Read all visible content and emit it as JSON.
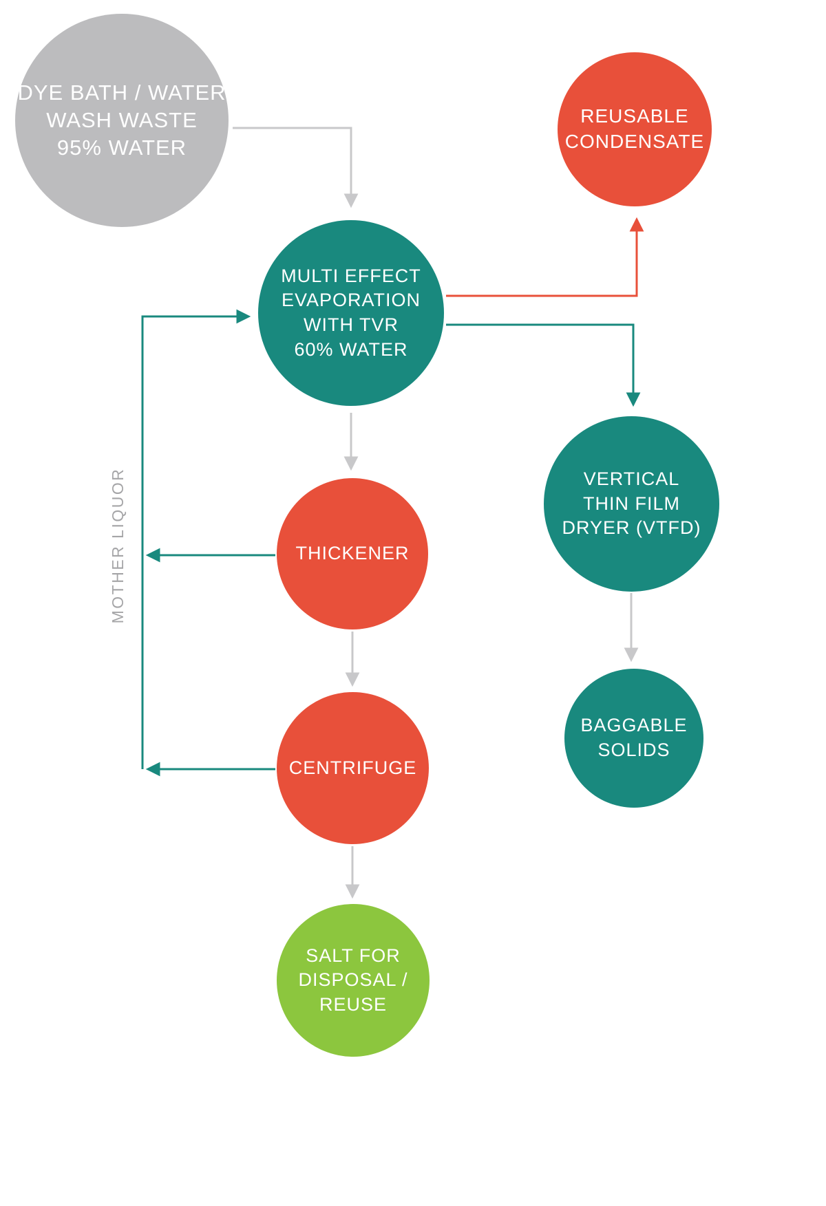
{
  "diagram": {
    "type": "flowchart",
    "background": "#ffffff"
  },
  "colors": {
    "gray_node": "#bcbcbe",
    "teal_node": "#19897e",
    "red_node": "#e8503a",
    "green_node": "#8cc63e",
    "gray_arrow": "#c8c8ca",
    "teal_arrow": "#19897e",
    "red_arrow": "#e8503a",
    "side_label_gray": "#a5a5a7",
    "node_text": "#ffffff"
  },
  "nodes": {
    "dye_bath": {
      "label": "DYE BATH / WATER\nWASH WASTE\n95% WATER",
      "color": "#bcbcbe"
    },
    "reusable_condensate": {
      "label": "REUSABLE\nCONDENSATE",
      "color": "#e8503a"
    },
    "evaporation": {
      "label": "MULTI EFFECT\nEVAPORATION\nWITH TVR\n60% WATER",
      "color": "#19897e"
    },
    "thickener": {
      "label": "THICKENER",
      "color": "#e8503a"
    },
    "vtfd": {
      "label": "VERTICAL\nTHIN FILM\nDRYER (VTFD)",
      "color": "#19897e"
    },
    "baggable_solids": {
      "label": "BAGGABLE\nSOLIDS",
      "color": "#19897e"
    },
    "centrifuge": {
      "label": "CENTRIFUGE",
      "color": "#e8503a"
    },
    "salt": {
      "label": "SALT FOR\nDISPOSAL /\nREUSE",
      "color": "#8cc63e"
    }
  },
  "labels": {
    "mother_liquor": "MOTHER LIQUOR"
  },
  "edges": [
    {
      "from": "dye_bath",
      "to": "evaporation",
      "color": "#c8c8ca"
    },
    {
      "from": "evaporation",
      "to": "reusable_condensate",
      "color": "#e8503a"
    },
    {
      "from": "evaporation",
      "to": "vtfd",
      "color": "#19897e"
    },
    {
      "from": "evaporation",
      "to": "thickener",
      "color": "#c8c8ca"
    },
    {
      "from": "thickener",
      "to": "evaporation",
      "via": "MOTHER LIQUOR",
      "color": "#19897e"
    },
    {
      "from": "centrifuge",
      "to": "evaporation",
      "via": "MOTHER LIQUOR",
      "color": "#19897e"
    },
    {
      "from": "thickener",
      "to": "centrifuge",
      "color": "#c8c8ca"
    },
    {
      "from": "vtfd",
      "to": "baggable_solids",
      "color": "#c8c8ca"
    },
    {
      "from": "centrifuge",
      "to": "salt",
      "color": "#c8c8ca"
    }
  ]
}
